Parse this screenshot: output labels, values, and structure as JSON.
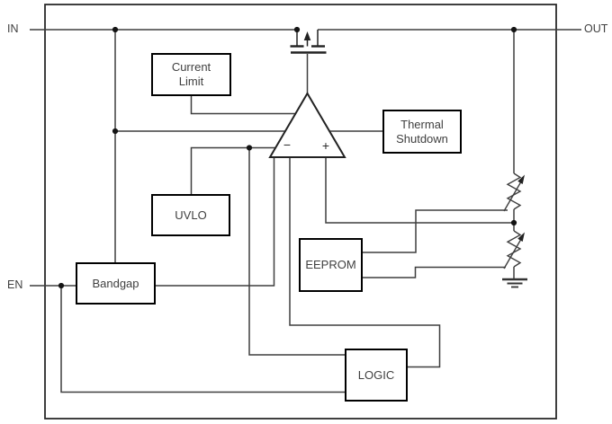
{
  "pins": {
    "in": "IN",
    "en": "EN",
    "out": "OUT"
  },
  "blocks": {
    "current_limit": {
      "label": "Current\nLimit"
    },
    "thermal_shutdown": {
      "label": "Thermal\nShutdown"
    },
    "uvlo": {
      "label": "UVLO"
    },
    "bandgap": {
      "label": "Bandgap"
    },
    "eeprom": {
      "label": "EEPROM"
    },
    "logic": {
      "label": "LOGIC"
    }
  },
  "error_amp": {
    "inverting_input": "−",
    "noninverting_input": "+"
  },
  "colors": {
    "wire": "#3f3f3f",
    "symbol": "#222222",
    "block_border": "#000000",
    "text": "#3f3f3f",
    "junction_dot": "#141414",
    "background": "#ffffff"
  }
}
